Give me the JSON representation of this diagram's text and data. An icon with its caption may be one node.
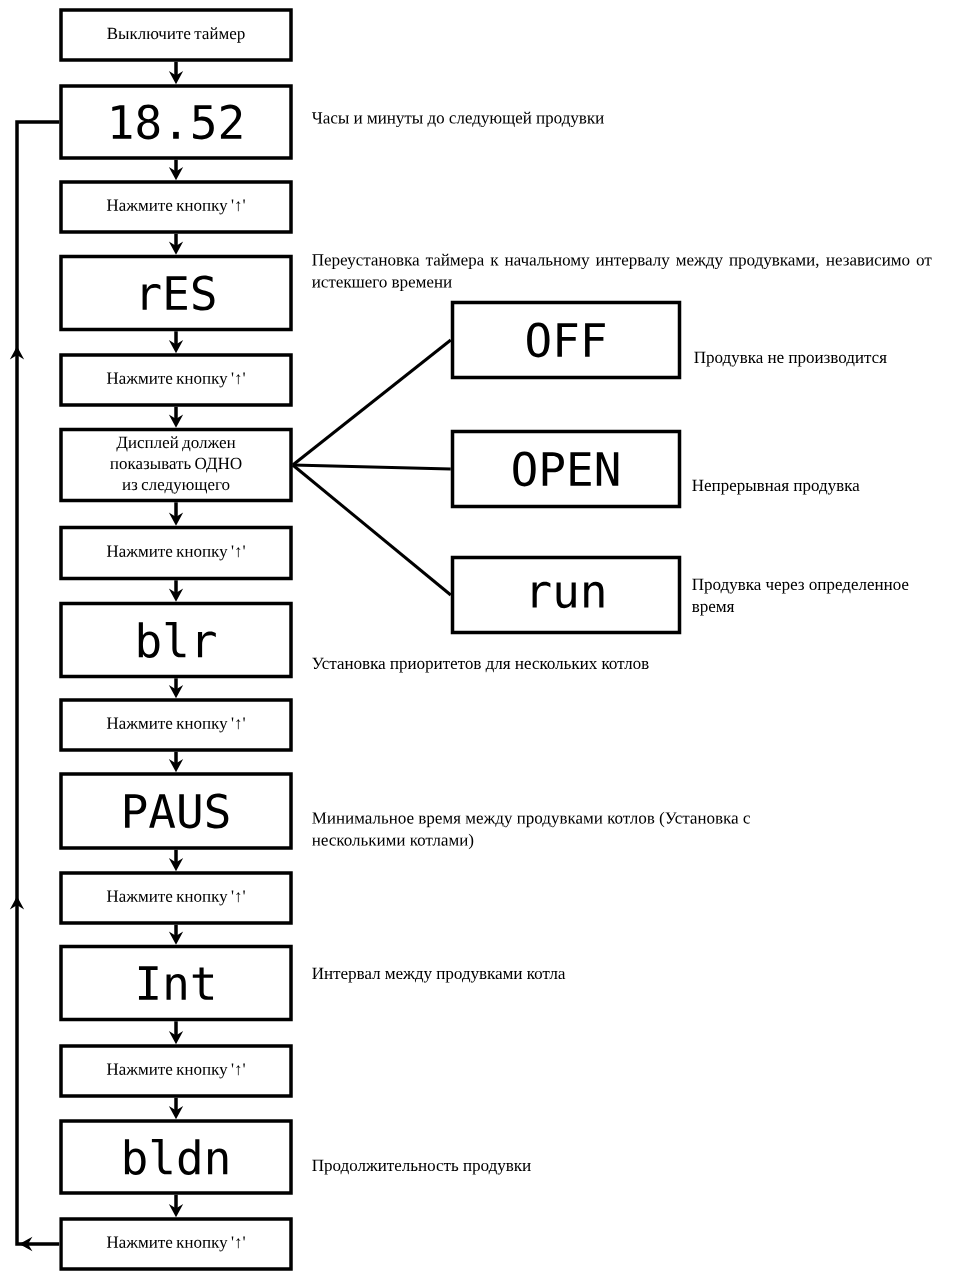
{
  "diagram": {
    "nodes": [
      {
        "text": [
          "Выключите таймер"
        ]
      },
      {
        "text": [
          "18.52"
        ],
        "beside": [
          "Часы и минуты до следующей продувки"
        ]
      },
      {
        "text": [
          "Нажмите кнопку '**↑**'"
        ]
      },
      {
        "text": [
          "rES"
        ],
        "beside": [
          "Переустановка таймера к начальному интервалу между продувками, независимо от истекшего времени"
        ]
      },
      {
        "text": [
          "Нажмите кнопку '**↑**'"
        ]
      },
      {
        "text": [
          "Дисплей должен показывать ОДНО из следующего"
        ]
      },
      {
        "text": [
          "OFF"
        ],
        "beside": [
          "Продувка не производится"
        ]
      },
      {
        "text": [
          "OPEN"
        ],
        "beside": [
          "Непрерывная продувка"
        ]
      },
      {
        "text": [
          "run"
        ],
        "beside": [
          "Продувка через определенное время"
        ]
      },
      {
        "text": [
          "Нажмите кнопку '**↑**'"
        ]
      },
      {
        "text": [
          "blr"
        ],
        "beside": [
          "Установка приоритетов для нескольких котлов"
        ]
      },
      {
        "text": [
          "Нажмите кнопку '**↑**'"
        ]
      },
      {
        "text": [
          "PAUS"
        ],
        "beside": [
          "Минимальное время между продувками котлов (Установка с несколькими котлами)"
        ]
      },
      {
        "text": [
          "Нажмите кнопку '**↑**'"
        ]
      },
      {
        "text": [
          "Int"
        ],
        "beside": [
          "Интервал между продувками котла"
        ]
      },
      {
        "text": [
          "Нажмите кнопку '**↑**'"
        ]
      },
      {
        "text": [
          "bldn"
        ],
        "beside": [
          "Продолжительность продувки"
        ]
      },
      {
        "text": [
          "Нажмите кнопку '**↑**'"
        ]
      }
    ],
    "edges": [
      {
        "from": 0,
        "to": 1,
        "arrow": "to"
      },
      {
        "from": 1,
        "to": 2,
        "arrow": "to"
      },
      {
        "from": 2,
        "to": 3,
        "arrow": "to"
      },
      {
        "from": 3,
        "to": 4,
        "arrow": "to"
      },
      {
        "from": 4,
        "to": 5,
        "arrow": "to"
      },
      {
        "from": 5,
        "to": 6,
        "arrow": "none"
      },
      {
        "from": 5,
        "to": 7,
        "arrow": "none"
      },
      {
        "from": 5,
        "to": 8,
        "arrow": "none"
      },
      {
        "from": 5,
        "to": 9,
        "arrow": "to"
      },
      {
        "from": 9,
        "to": 10,
        "arrow": "to"
      },
      {
        "from": 10,
        "to": 11,
        "arrow": "to"
      },
      {
        "from": 11,
        "to": 12,
        "arrow": "to"
      },
      {
        "from": 12,
        "to": 13,
        "arrow": "to"
      },
      {
        "from": 13,
        "to": 14,
        "arrow": "to"
      },
      {
        "from": 14,
        "to": 15,
        "arrow": "to"
      },
      {
        "from": 15,
        "to": 16,
        "arrow": "to"
      },
      {
        "from": 16,
        "to": 17,
        "arrow": "to"
      },
      {
        "from": 17,
        "to": 1,
        "arrow": "to"
      }
    ]
  }
}
